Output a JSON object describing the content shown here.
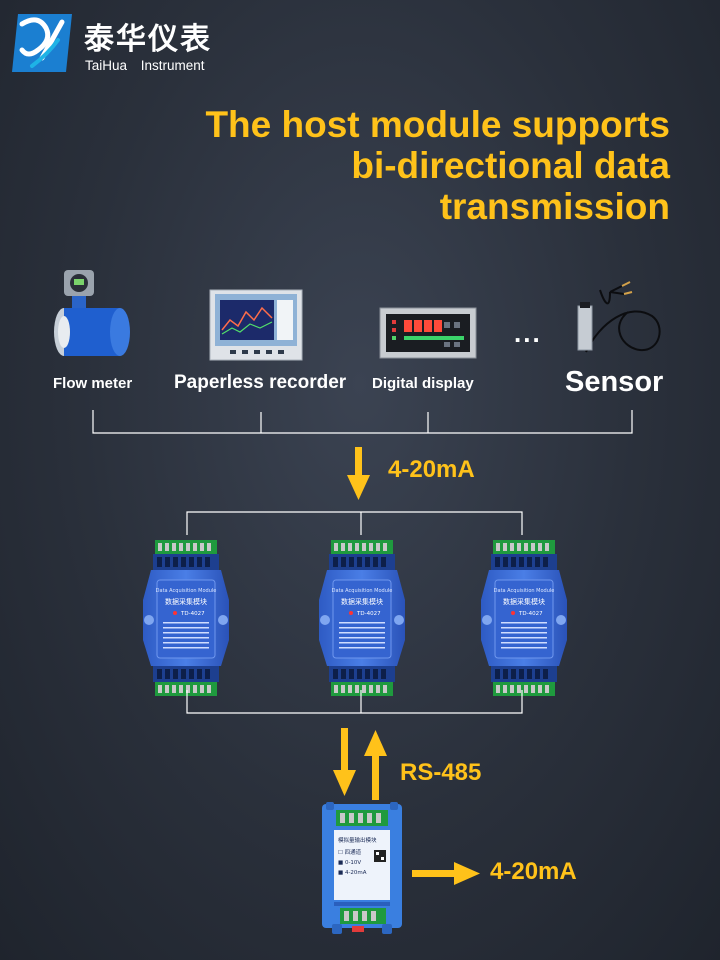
{
  "brand": {
    "name_cn": "泰华仪表",
    "name_en": "TaiHua Instrument",
    "logo_colors": [
      "#1b7fd1",
      "#1eb3e6"
    ]
  },
  "headline": {
    "lines": [
      "The host module supports",
      "bi-directional data",
      "transmission"
    ],
    "color": "#ffc21a"
  },
  "devices": [
    {
      "label": "Flow meter",
      "icon": "flow-meter-icon"
    },
    {
      "label": "Paperless recorder",
      "icon": "paperless-recorder-icon"
    },
    {
      "label": "Digital display",
      "icon": "digital-display-icon"
    },
    {
      "label": "Sensor",
      "icon": "sensor-icon"
    }
  ],
  "ellipsis": "...",
  "signals": {
    "input": "4-20mA",
    "bus": "RS-485",
    "output": "4-20mA"
  },
  "modules": {
    "acquisition": {
      "count": 3,
      "title_cn": "数据采集模块",
      "model": "TD-4027",
      "color": "#3f6fd6"
    },
    "output": {
      "title_cn": "模拟量输出模块",
      "options": [
        "四通道",
        "0-10V",
        "4-20mA"
      ],
      "color": "#3a7fe0"
    }
  },
  "accent_color": "#ffc21a"
}
